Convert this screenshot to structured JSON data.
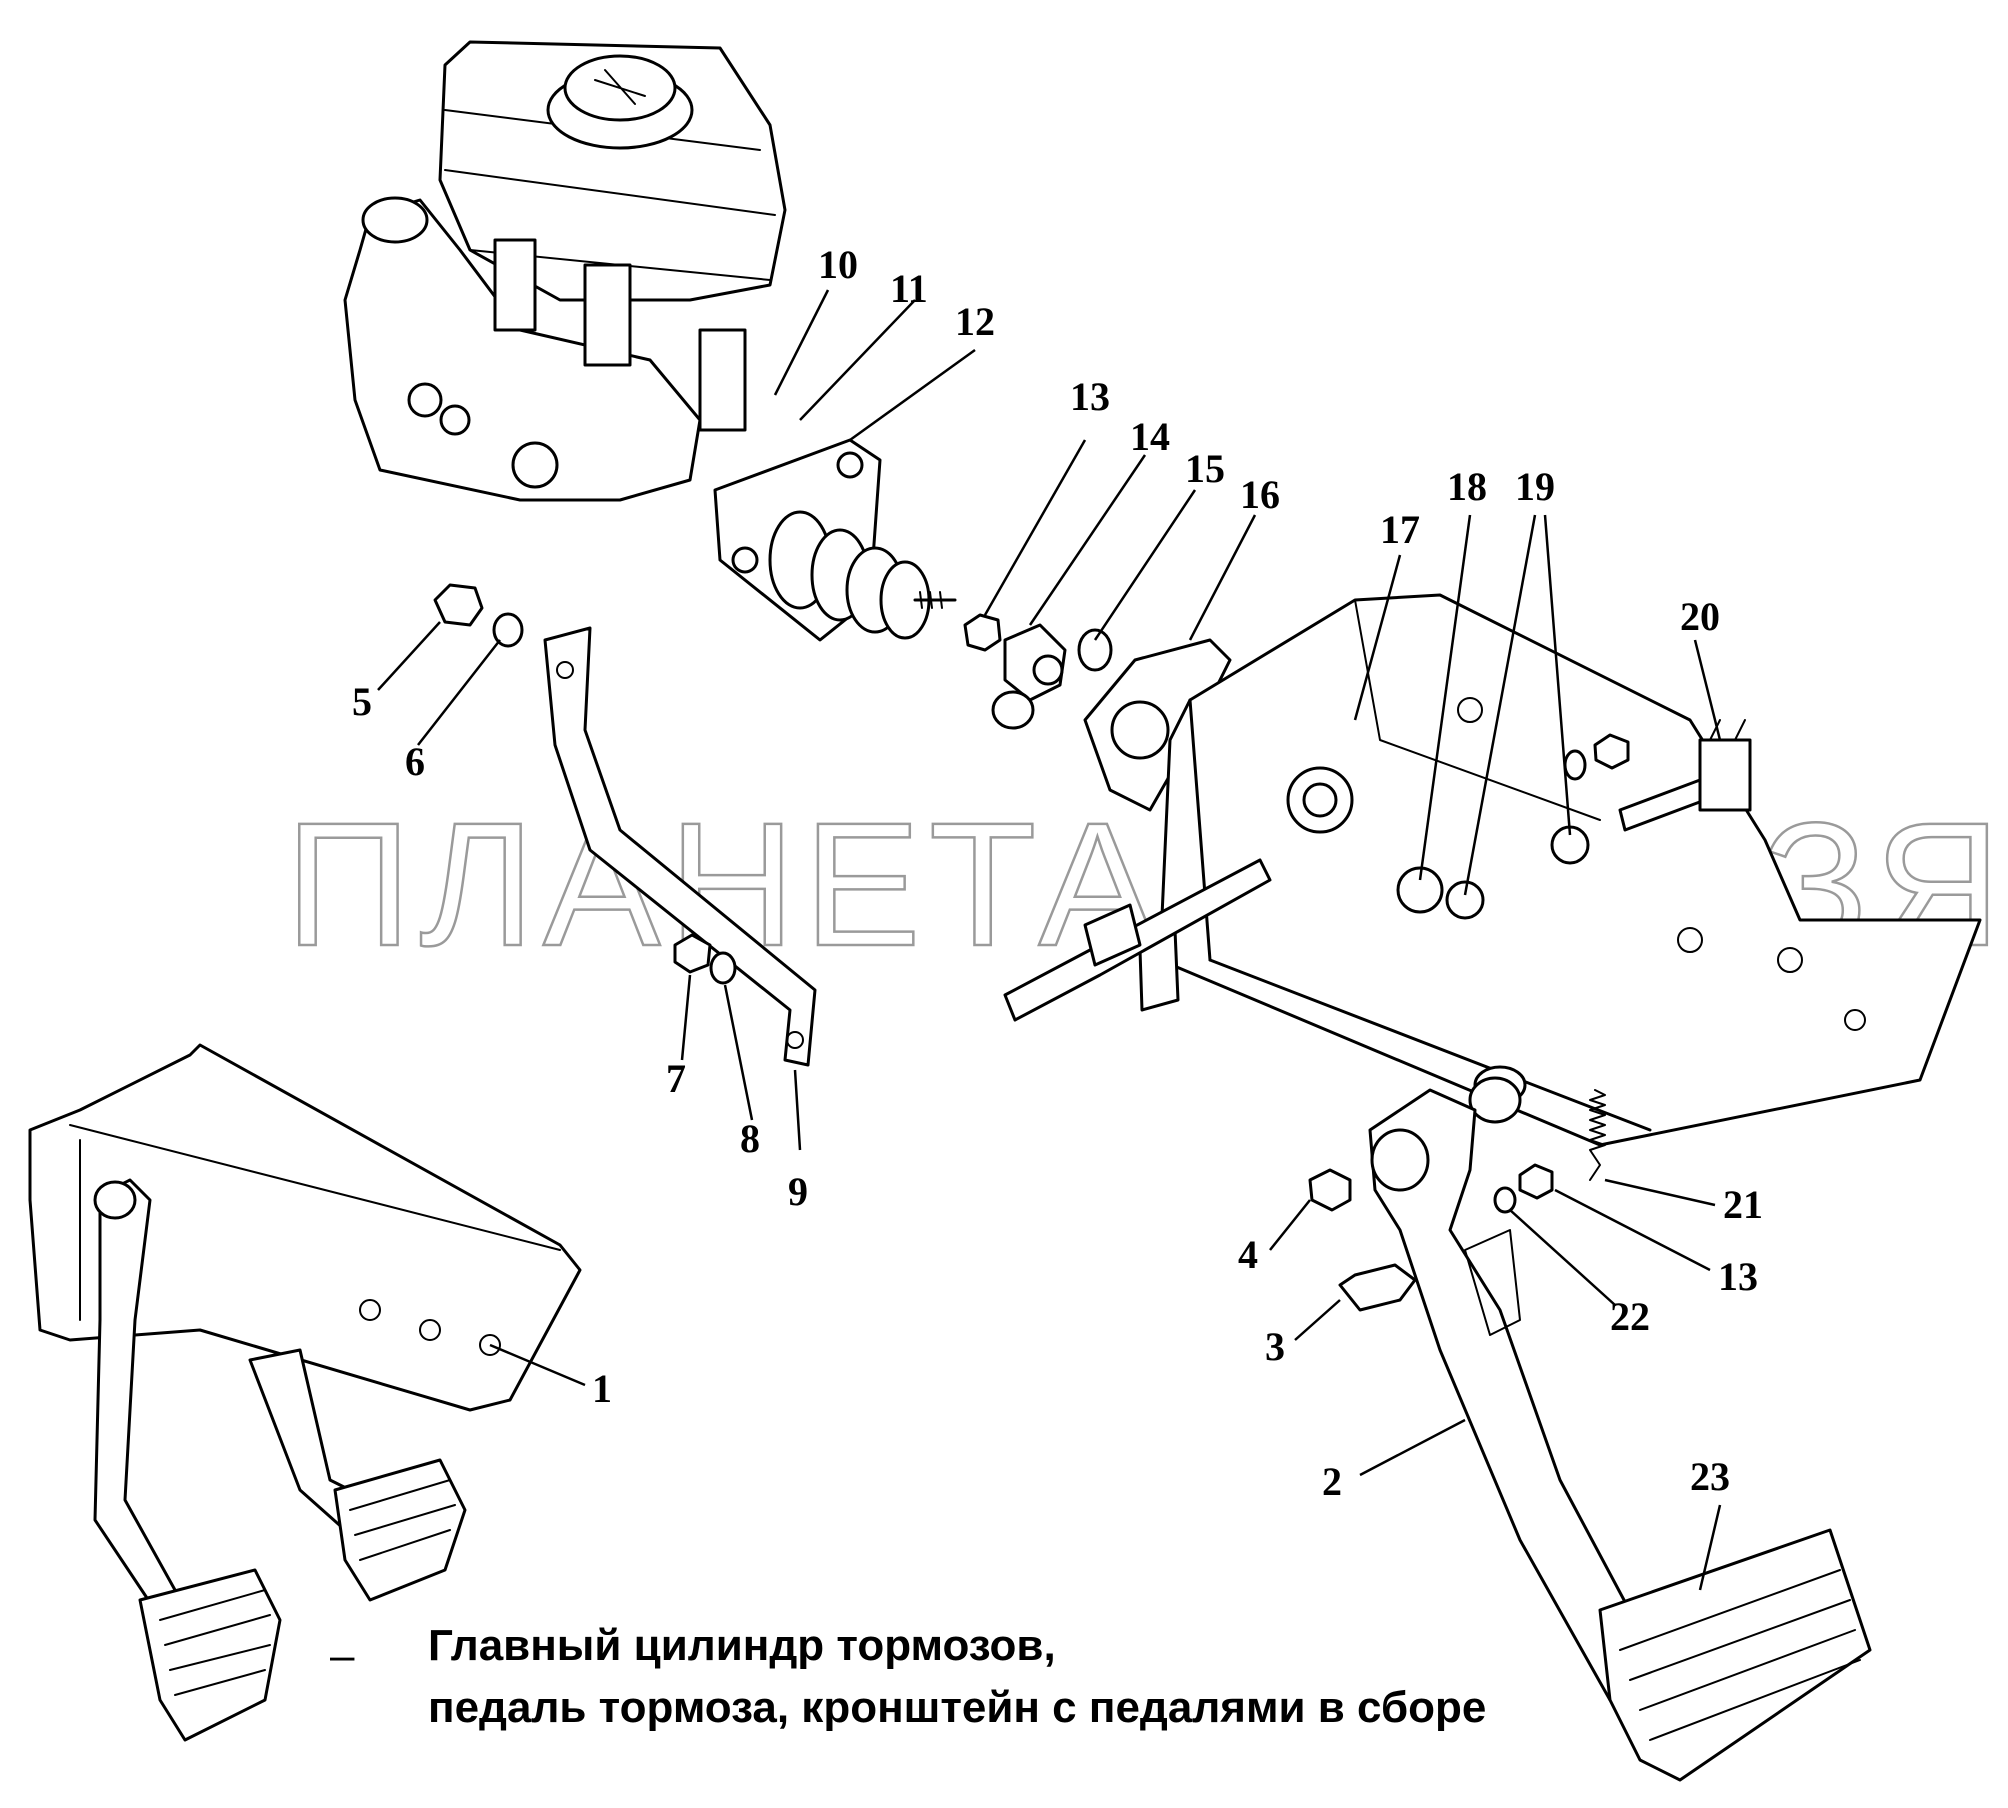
{
  "watermark": "ПЛАНЕТА ЖЕЛЕЗЯКА",
  "caption": {
    "dash": "–",
    "line1": "Главный цилиндр тормозов,",
    "line2": "педаль тормоза, кронштейн с педалями в сборе"
  },
  "callouts": {
    "c1": "1",
    "c2": "2",
    "c3": "3",
    "c4": "4",
    "c5": "5",
    "c6": "6",
    "c7": "7",
    "c8": "8",
    "c9": "9",
    "c10": "10",
    "c11": "11",
    "c12": "12",
    "c13a": "13",
    "c13b": "13",
    "c14": "14",
    "c15": "15",
    "c16": "16",
    "c17": "17",
    "c18": "18",
    "c19": "19",
    "c20": "20",
    "c21": "21",
    "c22": "22",
    "c23": "23"
  }
}
